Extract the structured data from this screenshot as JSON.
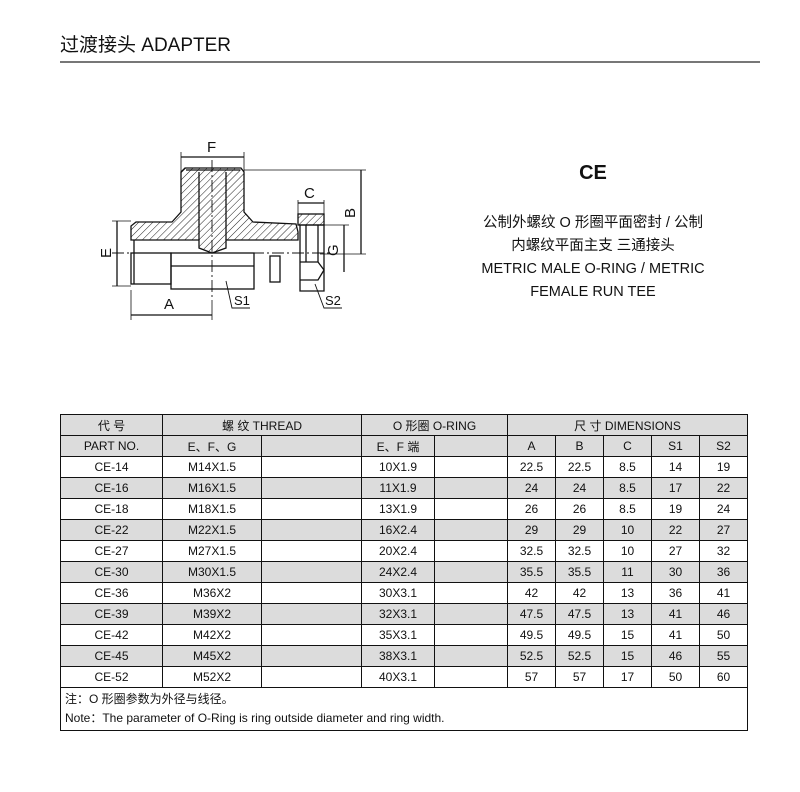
{
  "header": {
    "title": "过渡接头 ADAPTER"
  },
  "diagram": {
    "labels": {
      "F": "F",
      "C": "C",
      "B": "B",
      "G": "G",
      "E": "E",
      "A": "A",
      "S1": "S1",
      "S2": "S2"
    }
  },
  "product": {
    "code": "CE",
    "description": [
      "公制外螺纹 O 形圈平面密封 / 公制",
      "内螺纹平面主支 三通接头",
      "METRIC  MALE O-RING / METRIC",
      "FEMALE RUN TEE"
    ]
  },
  "table": {
    "header1": {
      "part": "代  号",
      "thread": "螺  纹  THREAD",
      "oring": "O 形圈 O-RING",
      "dims": "尺  寸   DIMENSIONS"
    },
    "header2": {
      "part": "PART  NO.",
      "thread": "E、F、G",
      "oring": "E、F 端",
      "A": "A",
      "B": "B",
      "C": "C",
      "S1": "S1",
      "S2": "S2"
    },
    "rows": [
      {
        "part": "CE-14",
        "thread": "M14X1.5",
        "oring": "10X1.9",
        "A": "22.5",
        "B": "22.5",
        "C": "8.5",
        "S1": "14",
        "S2": "19"
      },
      {
        "part": "CE-16",
        "thread": "M16X1.5",
        "oring": "11X1.9",
        "A": "24",
        "B": "24",
        "C": "8.5",
        "S1": "17",
        "S2": "22"
      },
      {
        "part": "CE-18",
        "thread": "M18X1.5",
        "oring": "13X1.9",
        "A": "26",
        "B": "26",
        "C": "8.5",
        "S1": "19",
        "S2": "24"
      },
      {
        "part": "CE-22",
        "thread": "M22X1.5",
        "oring": "16X2.4",
        "A": "29",
        "B": "29",
        "C": "10",
        "S1": "22",
        "S2": "27"
      },
      {
        "part": "CE-27",
        "thread": "M27X1.5",
        "oring": "20X2.4",
        "A": "32.5",
        "B": "32.5",
        "C": "10",
        "S1": "27",
        "S2": "32"
      },
      {
        "part": "CE-30",
        "thread": "M30X1.5",
        "oring": "24X2.4",
        "A": "35.5",
        "B": "35.5",
        "C": "11",
        "S1": "30",
        "S2": "36"
      },
      {
        "part": "CE-36",
        "thread": "M36X2",
        "oring": "30X3.1",
        "A": "42",
        "B": "42",
        "C": "13",
        "S1": "36",
        "S2": "41"
      },
      {
        "part": "CE-39",
        "thread": "M39X2",
        "oring": "32X3.1",
        "A": "47.5",
        "B": "47.5",
        "C": "13",
        "S1": "41",
        "S2": "46"
      },
      {
        "part": "CE-42",
        "thread": "M42X2",
        "oring": "35X3.1",
        "A": "49.5",
        "B": "49.5",
        "C": "15",
        "S1": "41",
        "S2": "50"
      },
      {
        "part": "CE-45",
        "thread": "M45X2",
        "oring": "38X3.1",
        "A": "52.5",
        "B": "52.5",
        "C": "15",
        "S1": "46",
        "S2": "55"
      },
      {
        "part": "CE-52",
        "thread": "M52X2",
        "oring": "40X3.1",
        "A": "57",
        "B": "57",
        "C": "17",
        "S1": "50",
        "S2": "60"
      }
    ],
    "note_cn": "注：O 形圈参数为外径与线径。",
    "note_en": "Note：The parameter of O-Ring is ring outside diameter and ring width."
  }
}
